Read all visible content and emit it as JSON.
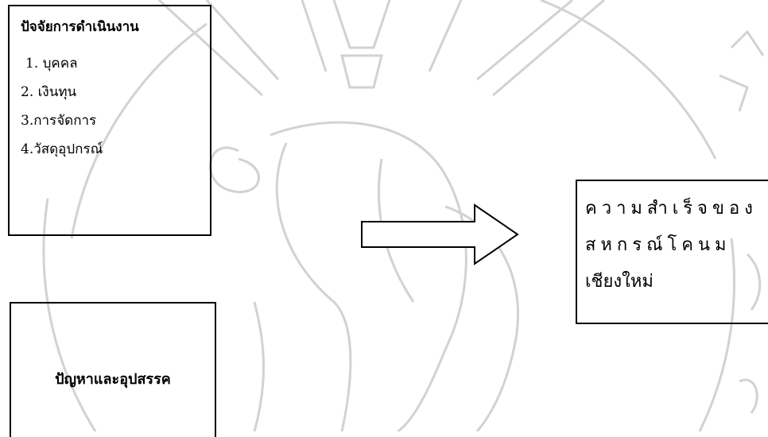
{
  "factors": {
    "title": "ปัจจัยการดำเนินงาน",
    "items": [
      "1. บุคคล",
      "2. เงินทุน",
      "3.การจัดการ",
      "4.วัสดุอุปกรณ์"
    ]
  },
  "problems": {
    "label": "ปัญหาและอุปสรรค"
  },
  "success": {
    "lines": [
      "ความสำเร็จของ",
      "สหกรณ์โคนม",
      "เชียงใหม่"
    ]
  },
  "colors": {
    "border": "#000000",
    "watermark": "#c8c8c8"
  }
}
